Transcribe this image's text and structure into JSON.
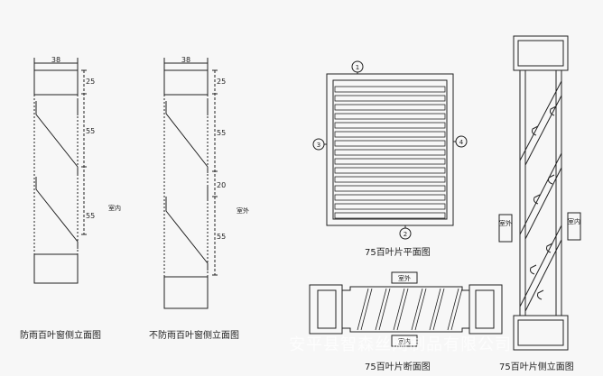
{
  "diagram": {
    "left_view": {
      "width_label": "38",
      "dims": [
        "25",
        "55",
        "55"
      ],
      "side_label": "室内",
      "caption": "防雨百叶窗侧立面图"
    },
    "mid_view": {
      "width_label": "38",
      "dims": [
        "25",
        "55",
        "20",
        "55"
      ],
      "side_label": "室外",
      "caption": "不防雨百叶窗侧立面图"
    },
    "plan_view": {
      "markers": [
        "1",
        "2",
        "3",
        "4"
      ],
      "caption": "75百叶片平面图"
    },
    "section_view": {
      "top_label": "室外",
      "bottom_label": "室内",
      "caption": "75百叶片断面图"
    },
    "side_elevation": {
      "left_label": "室外",
      "right_label": "室内",
      "caption": "75百叶片侧立面图"
    },
    "watermark": "安平县智森丝网制品有限公司"
  }
}
